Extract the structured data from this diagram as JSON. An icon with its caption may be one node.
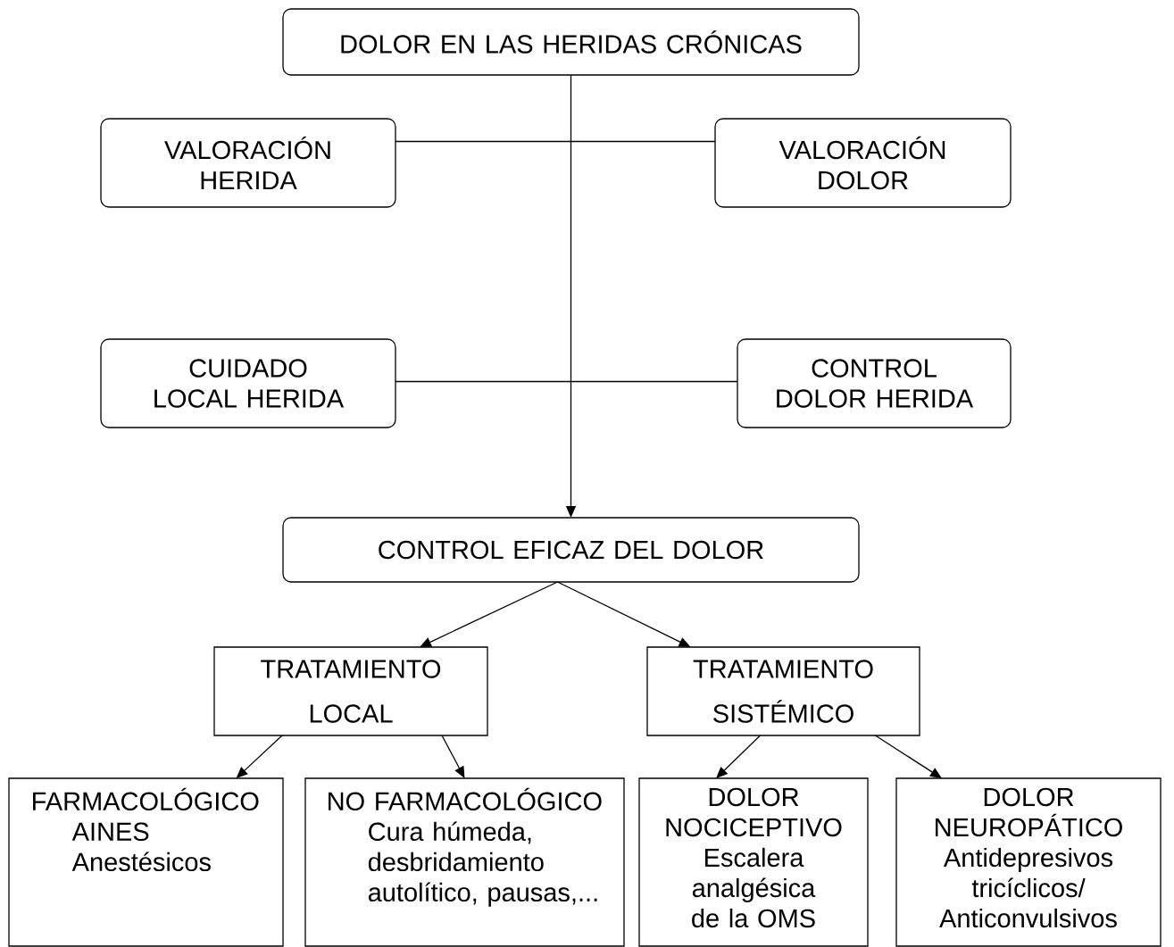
{
  "diagram": {
    "nodes": [
      {
        "text": [
          "DOLOR EN LAS HERIDAS CRÓNICAS"
        ]
      },
      {
        "text": [
          "VALORACIÓN HERIDA"
        ]
      },
      {
        "text": [
          "VALORACIÓN DOLOR"
        ]
      },
      {
        "text": [
          "CUIDADO LOCAL HERIDA"
        ]
      },
      {
        "text": [
          "CONTROL DOLOR HERIDA"
        ]
      },
      {
        "text": [
          "CONTROL EFICAZ DEL DOLOR"
        ]
      },
      {
        "text": [
          "TRATAMIENTO LOCAL"
        ]
      },
      {
        "text": [
          "TRATAMIENTO SISTÉMICO"
        ]
      },
      {
        "text": [
          "FARMACOLÓGICO",
          "AINES",
          "Anestésicos"
        ]
      },
      {
        "text": [
          "NO FARMACOLÓGICO",
          "Cura húmeda, desbridamiento autolítico, pausas,..."
        ]
      },
      {
        "text": [
          "DOLOR NOCICEPTIVO",
          "Escalera analgésica de la OMS"
        ]
      },
      {
        "text": [
          "DOLOR NEUROPÁTICO",
          "Antidepresivos tricíclicos/ Anticonvulsivos"
        ]
      }
    ],
    "edges": [
      {
        "from": 0,
        "to": 5,
        "arrow": "to"
      },
      {
        "from": 1,
        "to": 2,
        "arrow": "none"
      },
      {
        "from": 3,
        "to": 4,
        "arrow": "none"
      },
      {
        "from": 5,
        "to": 6,
        "arrow": "to"
      },
      {
        "from": 5,
        "to": 7,
        "arrow": "to"
      },
      {
        "from": 6,
        "to": 8,
        "arrow": "to"
      },
      {
        "from": 6,
        "to": 9,
        "arrow": "to"
      },
      {
        "from": 7,
        "to": 10,
        "arrow": "to"
      },
      {
        "from": 7,
        "to": 11,
        "arrow": "to"
      }
    ]
  }
}
